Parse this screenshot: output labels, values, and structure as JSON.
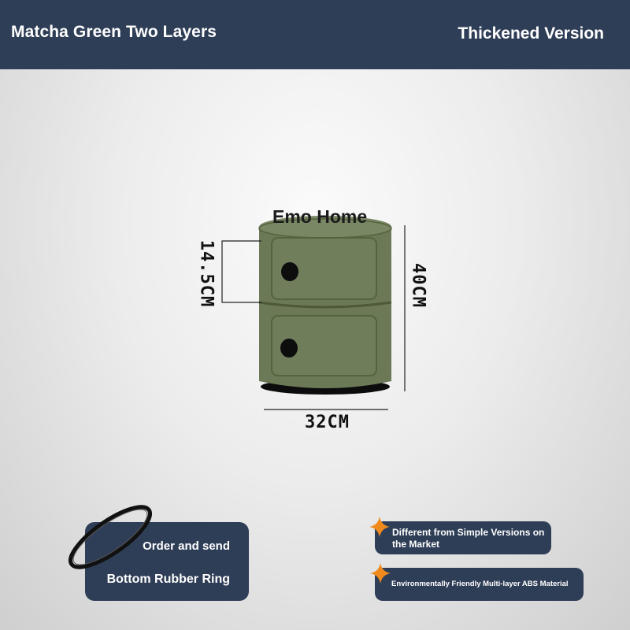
{
  "header": {
    "title": "Matcha Green Two Layers",
    "version": "Thickened Version"
  },
  "product": {
    "brand": "Emo Home",
    "color": "#6c7a55",
    "dimensions": {
      "drawer_height": "14.5CM",
      "total_height": "40CM",
      "diameter": "32CM"
    }
  },
  "promo": {
    "line1": "Order and send",
    "line2": "Bottom Rubber Ring"
  },
  "features": [
    {
      "text": "Different from Simple Versions on the Market"
    },
    {
      "text": "Environmentally Friendly Multi-layer ABS Material"
    }
  ],
  "colors": {
    "header_bg": "#2f3e57",
    "accent_star": "#f08a1c"
  }
}
